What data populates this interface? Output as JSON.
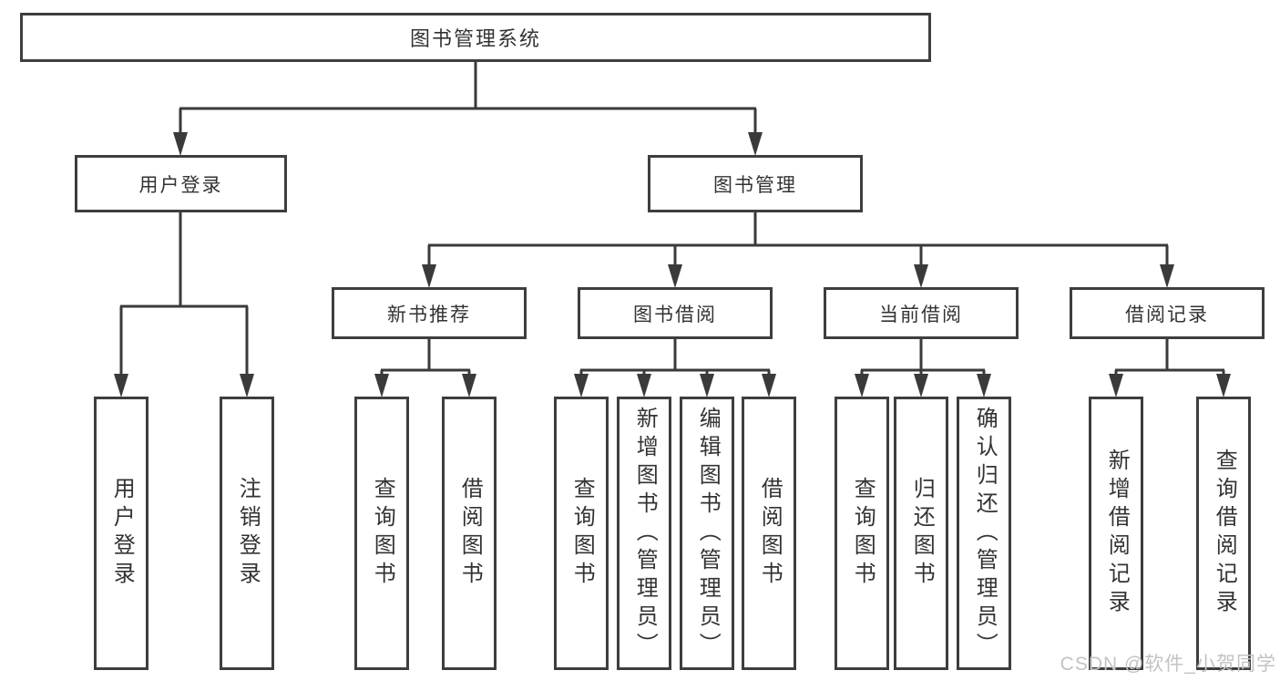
{
  "tree": {
    "label": "图书管理系统",
    "children": [
      {
        "label": "用户登录",
        "children": [
          {
            "label": "用户登录"
          },
          {
            "label": "注销登录"
          }
        ]
      },
      {
        "label": "图书管理",
        "children": [
          {
            "label": "新书推荐",
            "children": [
              {
                "label": "查询图书"
              },
              {
                "label": "借阅图书"
              }
            ]
          },
          {
            "label": "图书借阅",
            "children": [
              {
                "label": "查询图书"
              },
              {
                "label": "新增图书（管理员）"
              },
              {
                "label": "编辑图书（管理员）"
              },
              {
                "label": "借阅图书"
              }
            ]
          },
          {
            "label": "当前借阅",
            "children": [
              {
                "label": "查询图书"
              },
              {
                "label": "归还图书"
              },
              {
                "label": "确认归还（管理员）"
              }
            ]
          },
          {
            "label": "借阅记录",
            "children": [
              {
                "label": "新增借阅记录"
              },
              {
                "label": "查询借阅记录"
              }
            ]
          }
        ]
      }
    ]
  },
  "watermark": {
    "text": "CSDN @软件_小贺同学"
  },
  "colors": {
    "line": "#3a3a3a",
    "box_border": "#3e3e3e",
    "text": "#333333",
    "watermark": "#c3c3c3",
    "background": "#ffffff"
  }
}
